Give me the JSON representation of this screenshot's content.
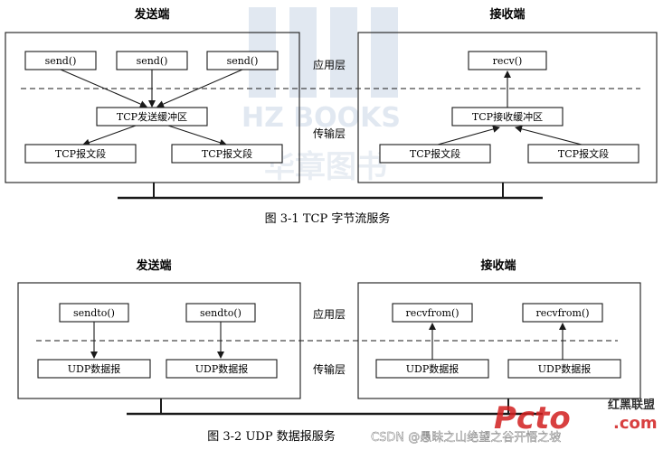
{
  "figure1": {
    "sender_title": "发送端",
    "receiver_title": "接收端",
    "app_layer_label": "应用层",
    "transport_layer_label": "传输层",
    "send_calls": [
      "send()",
      "send()",
      "send()"
    ],
    "send_buffer": "TCP发送缓冲区",
    "send_segments": [
      "TCP报文段",
      "TCP报文段"
    ],
    "recv_call": "recv()",
    "recv_buffer": "TCP接收缓冲区",
    "recv_segments": [
      "TCP报文段",
      "TCP报文段"
    ],
    "caption": "图 3-1    TCP 字节流服务"
  },
  "figure2": {
    "sender_title": "发送端",
    "receiver_title": "接收端",
    "app_layer_label": "应用层",
    "transport_layer_label": "传输层",
    "send_calls": [
      "sendto()",
      "sendto()"
    ],
    "send_datagrams": [
      "UDP数据报",
      "UDP数据报"
    ],
    "recv_calls": [
      "recvfrom()",
      "recvfrom()"
    ],
    "recv_datagrams": [
      "UDP数据报",
      "UDP数据报"
    ],
    "caption": "图 3-2    UDP 数据报服务"
  },
  "watermarks": {
    "center_text": "HZ BOOKS",
    "center_cn": "华章图书",
    "csdn_text": "CSDN @愚昧之山绝望之谷开悟之坡",
    "logo_text": "Pcto",
    "logo_suffix": ".com",
    "logo_cn": "红黑联盟"
  },
  "colors": {
    "line": "#1a1a1a",
    "watermark_blue": "#c9d6e6",
    "logo_red": "#d21f1f"
  }
}
